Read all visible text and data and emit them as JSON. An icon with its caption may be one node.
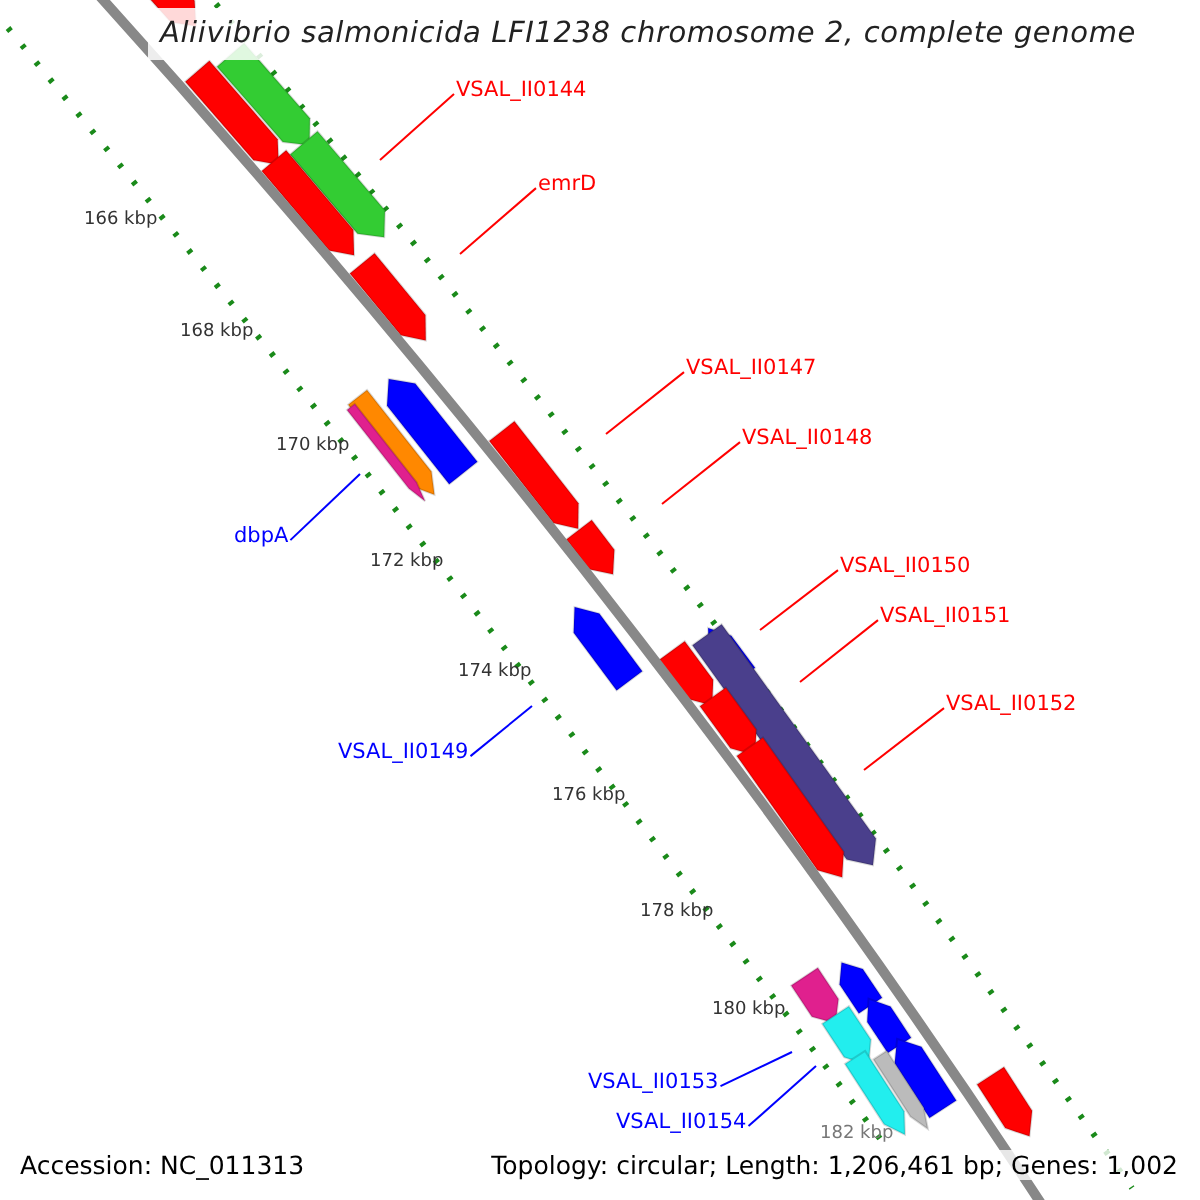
{
  "diagram": {
    "title": "Aliivibrio salmonicida LFI1238 chromosome 2, complete genome",
    "nodes": [
      {
        "text": [
          "VSAL_II0144"
        ]
      },
      {
        "text": [
          "emrD"
        ]
      },
      {
        "text": [
          "VSAL_II0147"
        ]
      },
      {
        "text": [
          "VSAL_II0148"
        ]
      },
      {
        "text": [
          "dbpA"
        ]
      },
      {
        "text": [
          "VSAL_II0150"
        ]
      },
      {
        "text": [
          "VSAL_II0151"
        ]
      },
      {
        "text": [
          "VSAL_II0152"
        ]
      },
      {
        "text": [
          "VSAL_II0149"
        ]
      },
      {
        "text": [
          "VSAL_II0153"
        ]
      },
      {
        "text": [
          "VSAL_II0154"
        ]
      }
    ],
    "edges": [
      {
        "from": 0,
        "to": null,
        "arrow": "none"
      },
      {
        "from": 1,
        "to": null,
        "arrow": "none"
      },
      {
        "from": 2,
        "to": null,
        "arrow": "none"
      },
      {
        "from": 3,
        "to": null,
        "arrow": "none"
      },
      {
        "from": 4,
        "to": null,
        "arrow": "none",
        "color": "#0000ff"
      },
      {
        "from": 5,
        "to": null,
        "arrow": "none"
      },
      {
        "from": 6,
        "to": null,
        "arrow": "none"
      },
      {
        "from": 7,
        "to": null,
        "arrow": "none"
      },
      {
        "from": 8,
        "to": null,
        "arrow": "none",
        "color": "#0000ff"
      },
      {
        "from": 9,
        "to": null,
        "arrow": "none",
        "color": "#0000ff"
      },
      {
        "from": 10,
        "to": null,
        "arrow": "none",
        "color": "#0000ff"
      }
    ],
    "labels": [
      "166 kbp",
      "168 kbp",
      "170 kbp",
      "172 kbp",
      "174 kbp",
      "176 kbp",
      "178 kbp",
      "180 kbp",
      "182 kbp",
      "Accession: NC_011313",
      "Topology: circular; Length: 1,206,461 bp; Genes: 1,002"
    ]
  }
}
